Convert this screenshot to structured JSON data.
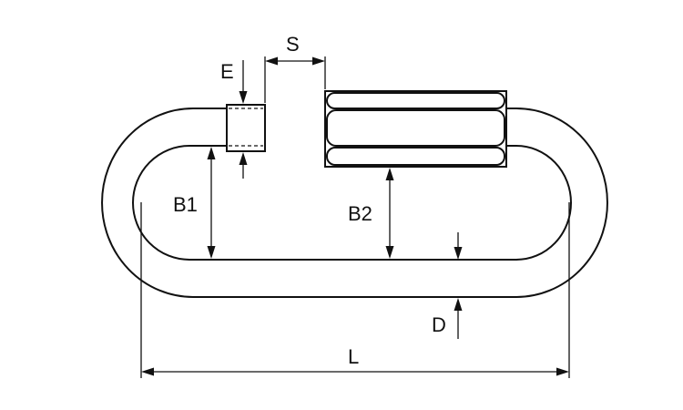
{
  "diagram": {
    "labels": {
      "s": "S",
      "e": "E",
      "b1": "B1",
      "b2": "B2",
      "d": "D",
      "l": "L"
    }
  }
}
